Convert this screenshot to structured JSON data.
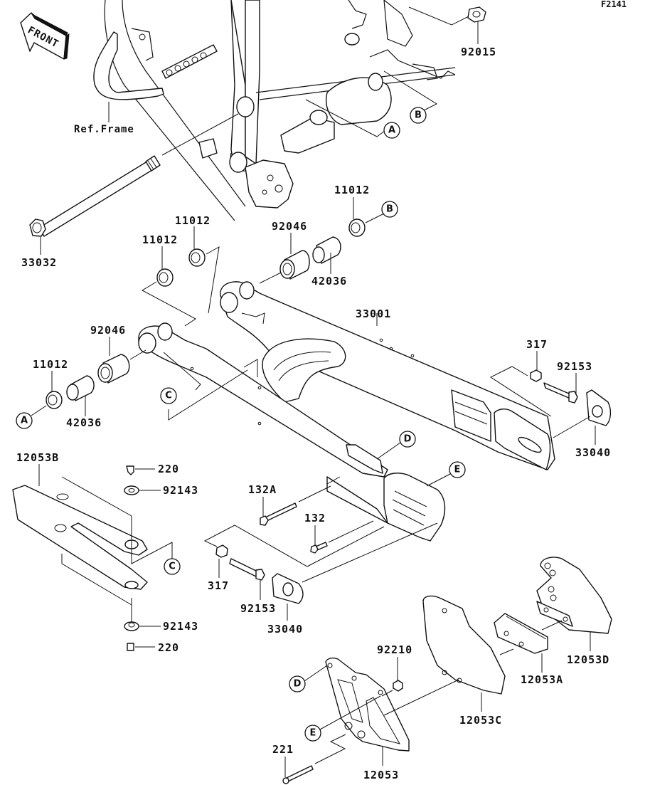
{
  "figure_id": "F2141",
  "front_indicator": "FRONT",
  "reference_label": "Ref.Frame",
  "parts": {
    "nut_top": "92015",
    "pivot_shaft": "33032",
    "seal_left_upper_a": "11012",
    "seal_left_upper_b": "11012",
    "seal_right_upper": "11012",
    "bearing_right": "92046",
    "sleeve_right": "42036",
    "swingarm": "33001",
    "bearing_left": "92046",
    "seal_left_lower": "11012",
    "sleeve_left": "42036",
    "nut_right_rear": "317",
    "bolt_right_rear": "92153",
    "adjuster_right": "33040",
    "chain_slider": "12053B",
    "screw_upper": "220",
    "collar_upper": "92143",
    "collar_lower": "92143",
    "screw_lower": "220",
    "bolt_132A": "132A",
    "bolt_132": "132",
    "nut_left_rear": "317",
    "bolt_left_rear": "92153",
    "adjuster_left": "33040",
    "nut_guide": "92210",
    "bolt_guide": "221",
    "chain_guide": "12053",
    "guide_plate_c": "12053C",
    "guide_pad_a": "12053A",
    "guide_bracket_d": "12053D"
  },
  "callouts": {
    "a_top": "A",
    "b_top": "B",
    "b_seal": "B",
    "a_seal": "A",
    "c_swingarm": "C",
    "c_slider": "C",
    "d_swingarm": "D",
    "e_swingarm": "E",
    "d_guide": "D",
    "e_guide": "E"
  }
}
